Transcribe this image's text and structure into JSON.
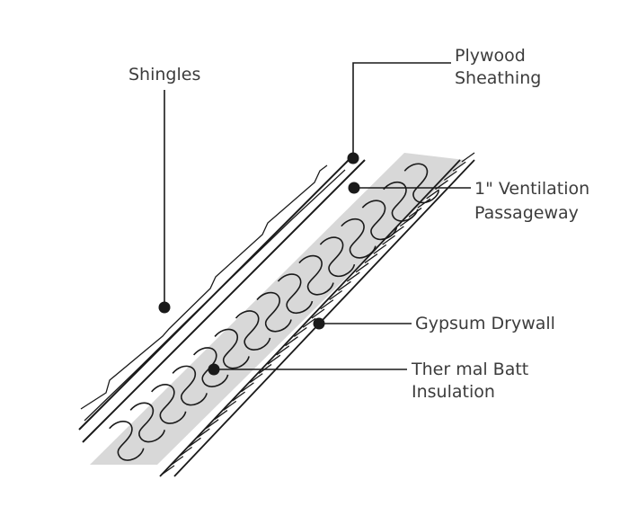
{
  "diagram": {
    "colors": {
      "line": "#1a1a1a",
      "insulation": "#d8d8d8",
      "label": "#3c3c3c"
    },
    "labels": {
      "shingles": "Shingles",
      "plywood_line1": "Plywood",
      "plywood_line2": "Sheathing",
      "ventilation_line1": "1\" Ventilation",
      "ventilation_line2": "Passageway",
      "gypsum": "Gypsum Drywall",
      "thermal_line1": "Ther mal Batt",
      "thermal_line2": "Insulation"
    }
  }
}
